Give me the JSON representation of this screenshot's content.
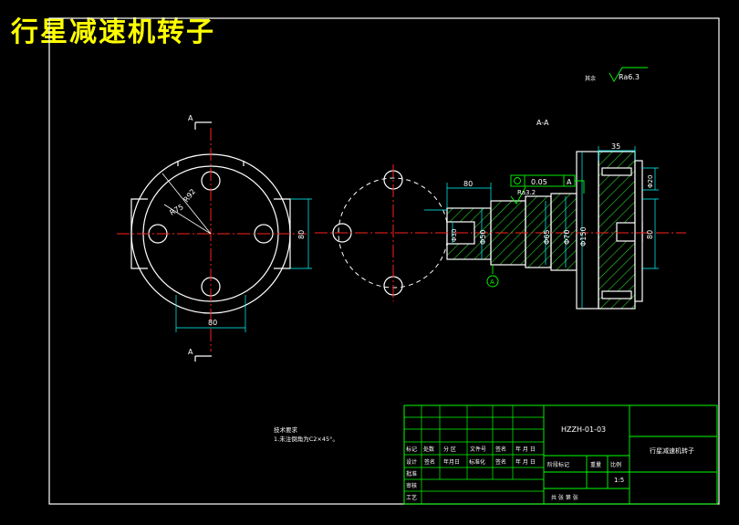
{
  "header": {
    "title": "行星减速机转子"
  },
  "drawing": {
    "roughness_label": "其余",
    "roughness_default": "Ra6.3",
    "section_title": "A-A",
    "section_marker": "A",
    "dims": {
      "r_outer": "R92",
      "r_inner": "R75",
      "front_height": "80",
      "front_width": "80",
      "length_80": "80",
      "dia_50": "Φ50",
      "dia_65": "Φ65",
      "dia_70": "Φ70",
      "dia_150": "Φ150",
      "dia_20": "Φ20",
      "flange_35": "35",
      "flange_80": "80",
      "bore_30": "Φ30",
      "tolerance_value": "0.05",
      "tolerance_datum": "A",
      "roughness_shaft": "Ra3.2",
      "datum_label": "A"
    },
    "notes": {
      "title": "技术要求",
      "line1": "1.未注倒角为C2×45°。"
    }
  },
  "title_block": {
    "drawing_no": "HZZH-01-03",
    "part_name": "行星减速机转子",
    "scale": "1:5",
    "labels": {
      "biaoji": "标记",
      "chushu": "处数",
      "fenqu": "分 区",
      "wenjian": "文件号",
      "qianming": "签名",
      "nianyueri": "年 月 日",
      "sheji": "设计",
      "qianming2": "签名",
      "nianyueri2": "年月日",
      "biaozhunhua": "标准化",
      "qianming3": "签名",
      "nianyueri3": "年 月 日",
      "jieduan": "阶段标记",
      "zhongliang": "重量",
      "bili": "比例",
      "shenhe": "审核",
      "gongyi": "工艺",
      "pizhun": "批准",
      "gong": "共  张  第  张"
    }
  }
}
